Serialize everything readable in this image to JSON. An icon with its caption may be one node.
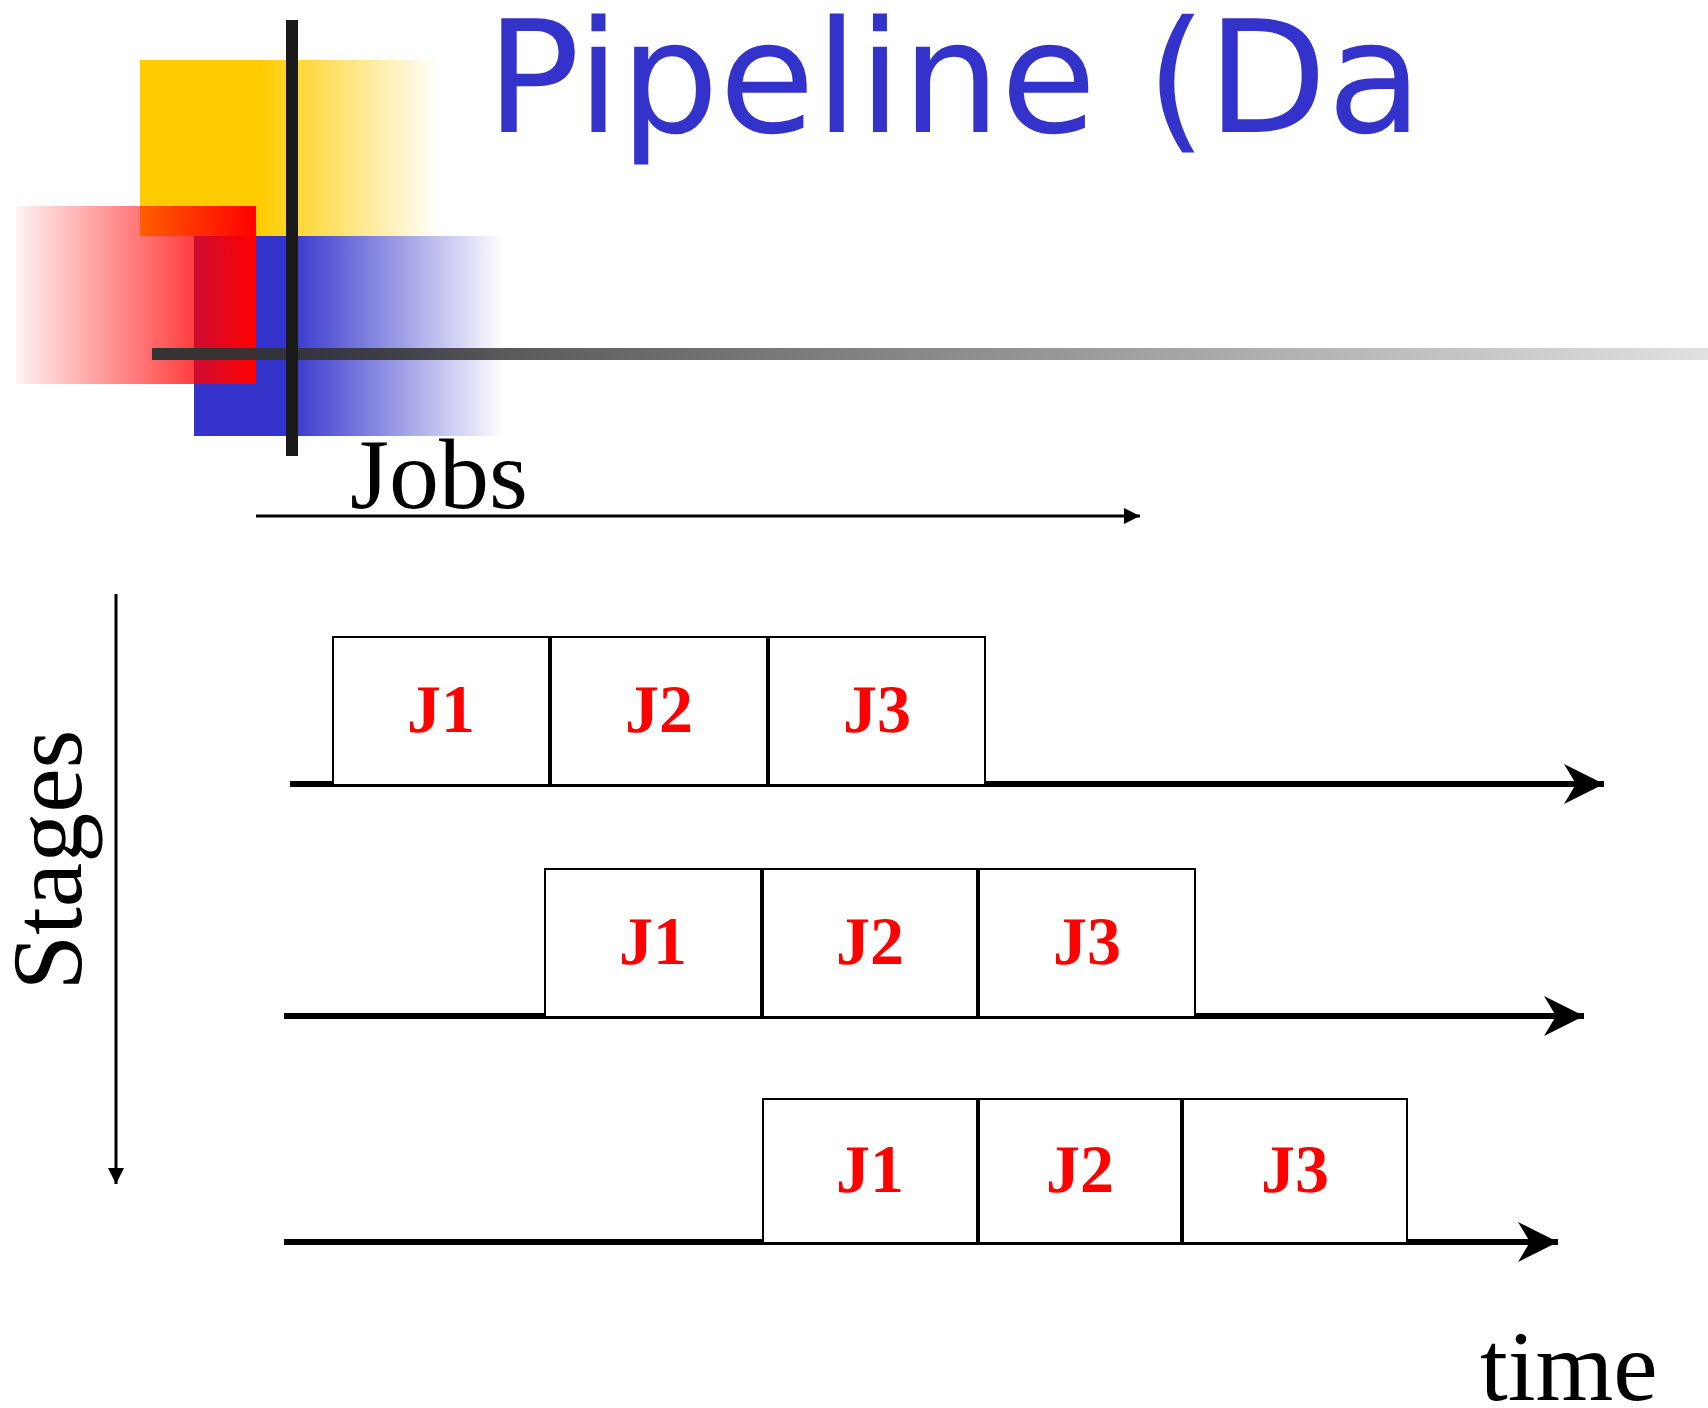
{
  "diagram": {
    "title": "Pipeline (Da",
    "nodes": [
      {
        "text": [
          "J1"
        ]
      },
      {
        "text": [
          "J2"
        ]
      },
      {
        "text": [
          "J3"
        ]
      },
      {
        "text": [
          "J1"
        ]
      },
      {
        "text": [
          "J2"
        ]
      },
      {
        "text": [
          "J3"
        ]
      },
      {
        "text": [
          "J1"
        ]
      },
      {
        "text": [
          "J2"
        ]
      },
      {
        "text": [
          "J3"
        ]
      }
    ],
    "labels": [
      "Jobs",
      "Stages",
      "time"
    ]
  }
}
